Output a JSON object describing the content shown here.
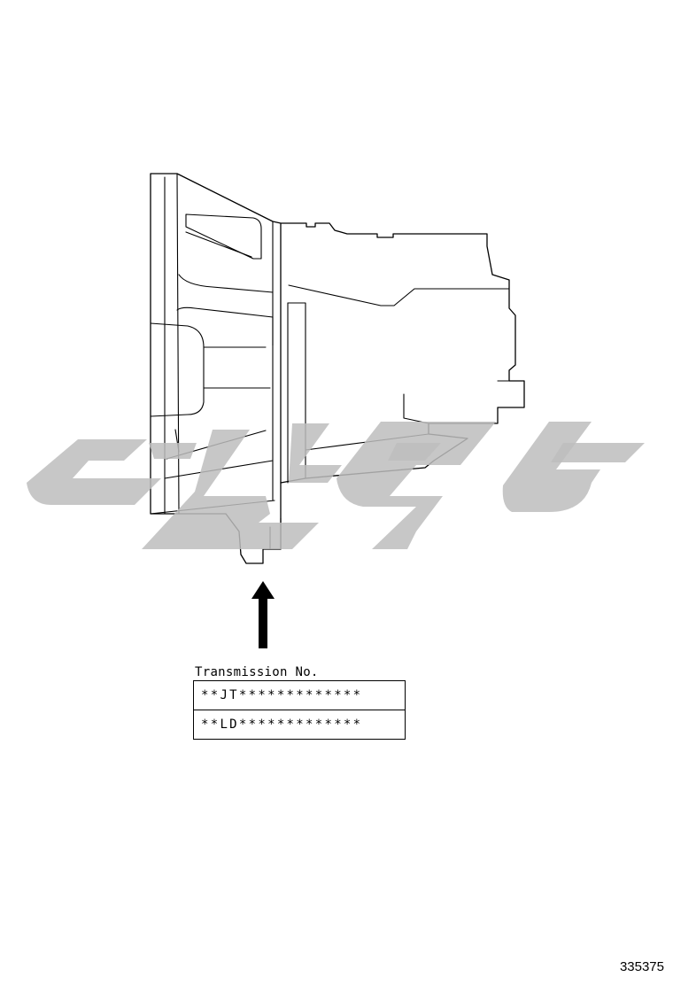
{
  "label": {
    "title": "Transmission No.",
    "rows": [
      "**JT*************",
      "**LD*************"
    ]
  },
  "figure_number": "335375",
  "watermark": {
    "color": "#bdbdbd",
    "shape": "stylized-script-logo"
  }
}
